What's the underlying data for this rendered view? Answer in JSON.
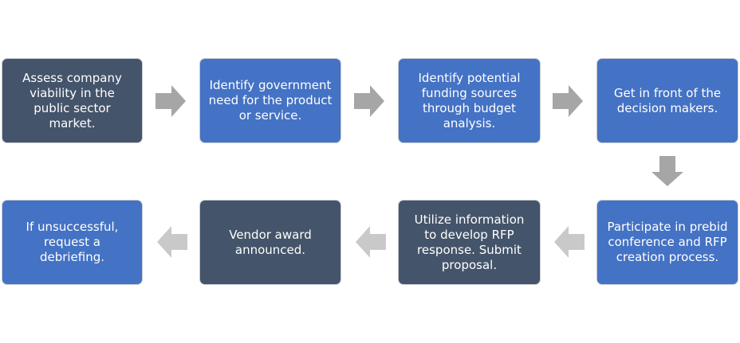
{
  "diagram": {
    "colors": {
      "dark_box": "#44546a",
      "blue_box": "#4472c4",
      "arrow": "#a6a6a6",
      "arrow_light": "#c9c9c9"
    },
    "steps": [
      {
        "text": "Assess company viability in the public sector market."
      },
      {
        "text": "Identify government need for the product or service."
      },
      {
        "text": "Identify potential funding sources through budget analysis."
      },
      {
        "text": "Get in front of the decision makers."
      },
      {
        "text": "Participate in prebid conference and RFP creation process."
      },
      {
        "text": "Utilize information to develop RFP response. Submit proposal."
      },
      {
        "text": "Vendor award announced."
      },
      {
        "text": "If unsuccessful, request a debriefing."
      }
    ]
  }
}
